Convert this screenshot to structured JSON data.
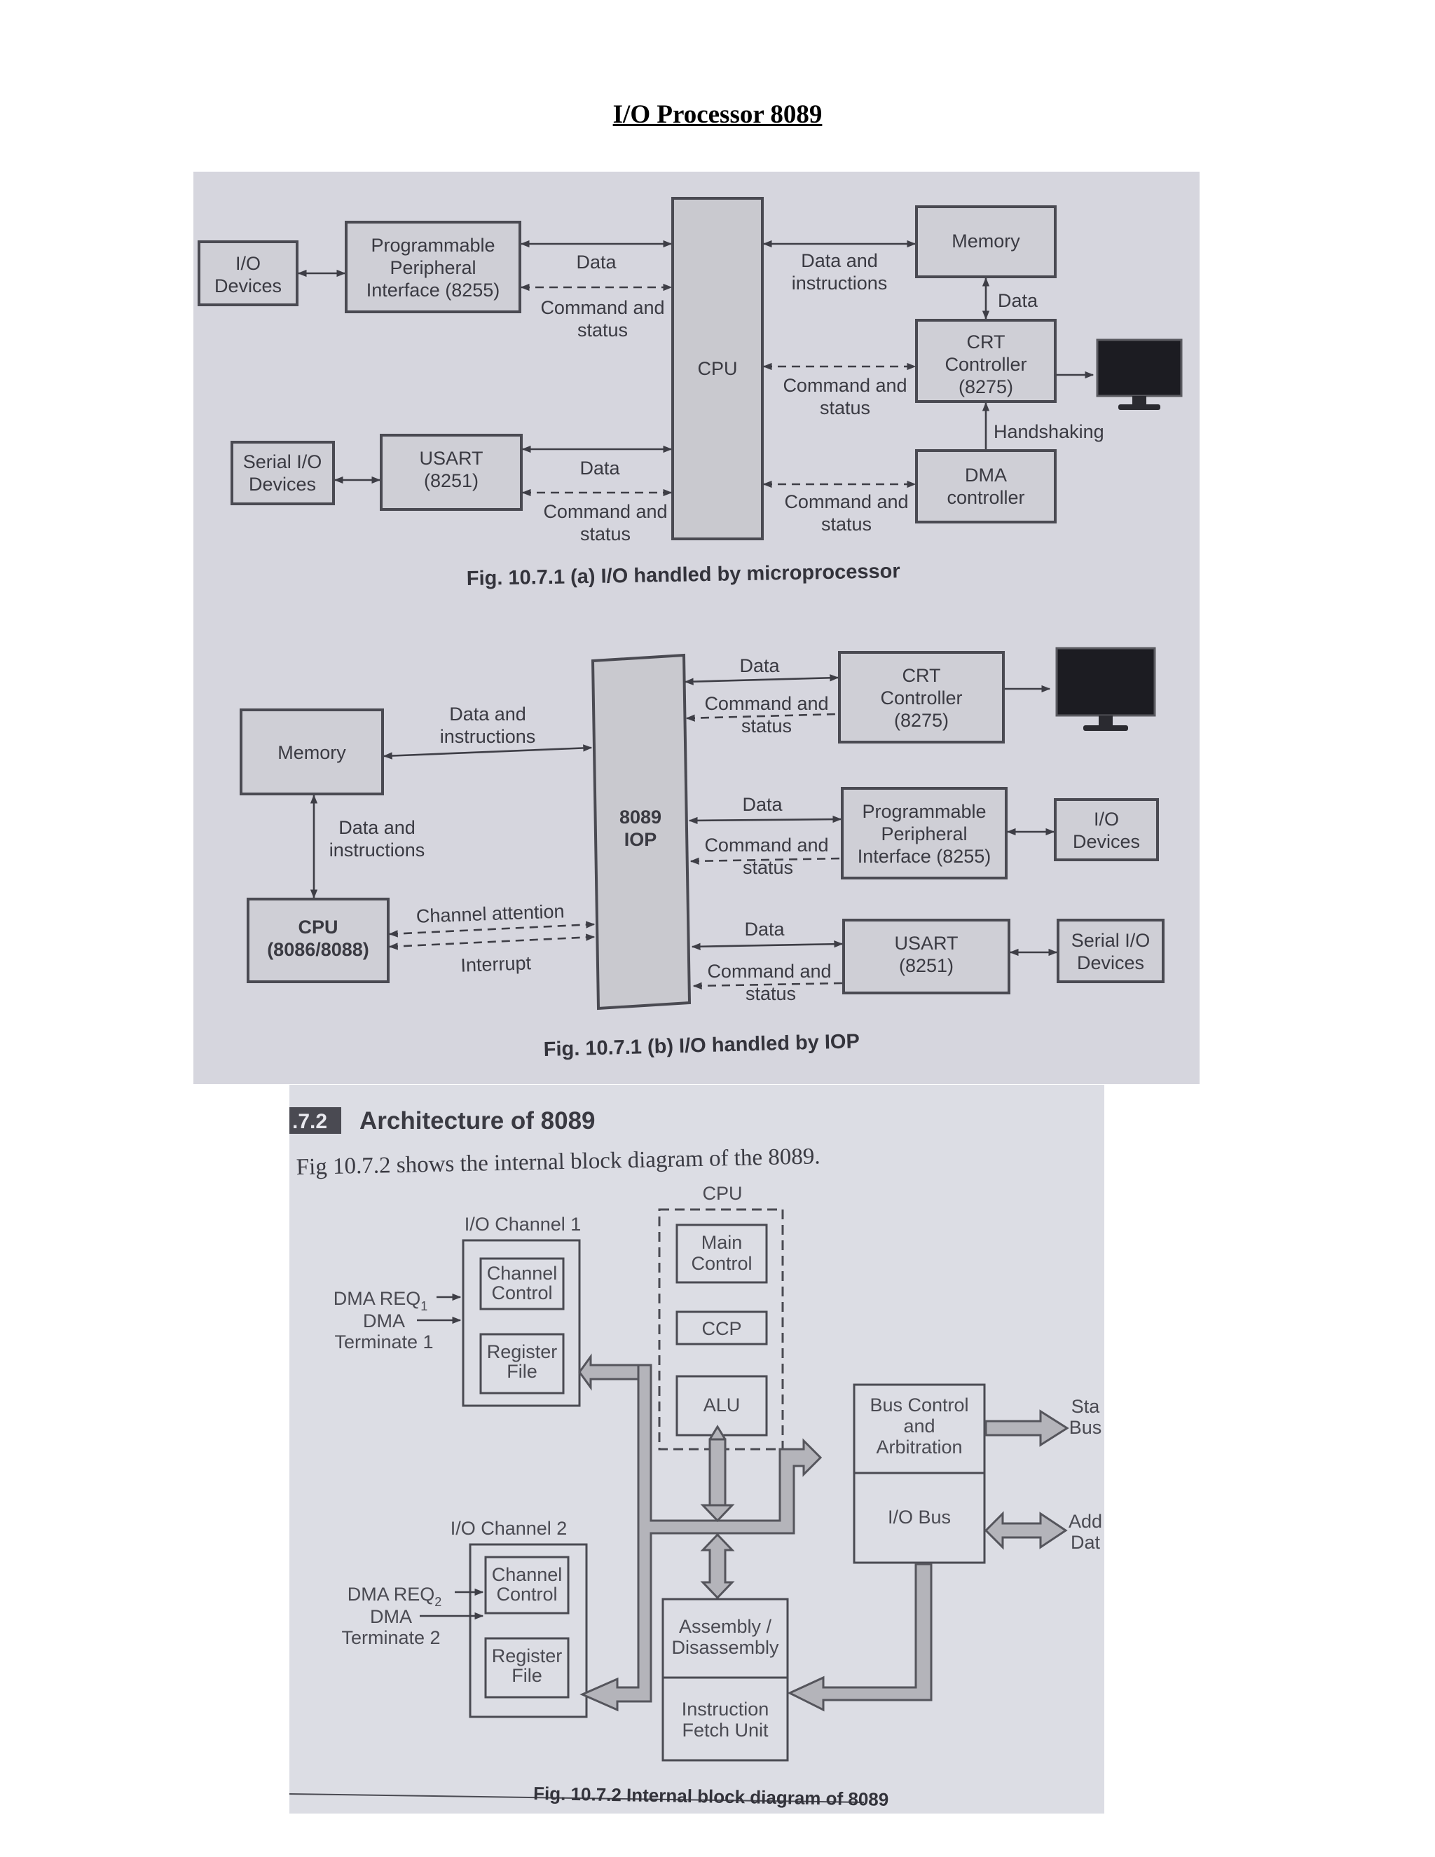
{
  "title": "I/O Processor 8089",
  "fig_a": {
    "io_devices": [
      "I/O",
      "Devices"
    ],
    "ppi": [
      "Programmable",
      "Peripheral",
      "Interface (8255)"
    ],
    "data_1": "Data",
    "cmd_1": [
      "Command and",
      "status"
    ],
    "serial_io": [
      "Serial I/O",
      "Devices"
    ],
    "usart": [
      "USART",
      "(8251)"
    ],
    "data_2": "Data",
    "cmd_2": [
      "Command and",
      "status"
    ],
    "cpu": "CPU",
    "data_instr": [
      "Data and",
      "instructions"
    ],
    "memory": "Memory",
    "data_3": "Data",
    "crt": [
      "CRT",
      "Controller",
      "(8275)"
    ],
    "cmd_3": [
      "Command and",
      "status"
    ],
    "handshaking": "Handshaking",
    "dma": [
      "DMA",
      "controller"
    ],
    "cmd_4": [
      "Command and",
      "status"
    ],
    "caption": "Fig. 10.7.1  (a) I/O handled by microprocessor"
  },
  "fig_b": {
    "memory": "Memory",
    "data_instr_1": [
      "Data and",
      "instructions"
    ],
    "data_instr_2": [
      "Data and",
      "instructions"
    ],
    "cpu": [
      "CPU",
      "(8086/8088)"
    ],
    "channel_attention": "Channel attention",
    "interrupt": "Interrupt",
    "iop": [
      "8089",
      "IOP"
    ],
    "data_1": "Data",
    "cmd_1": [
      "Command and",
      "status"
    ],
    "crt": [
      "CRT",
      "Controller",
      "(8275)"
    ],
    "data_2": "Data",
    "cmd_2": [
      "Command and",
      "status"
    ],
    "ppi": [
      "Programmable",
      "Peripheral",
      "Interface (8255)"
    ],
    "io_devices": [
      "I/O",
      "Devices"
    ],
    "data_3": "Data",
    "cmd_3": [
      "Command and",
      "status"
    ],
    "usart": [
      "USART",
      "(8251)"
    ],
    "serial_io": [
      "Serial I/O",
      "Devices"
    ],
    "caption": "Fig. 10.7.1 (b) I/O handled by IOP"
  },
  "fig_c": {
    "section_num": ".7.2",
    "section_title": "Architecture of 8089",
    "intro": "Fig 10.7.2 shows the internal block diagram of the 8089.",
    "cpu": "CPU",
    "ch1_title": "I/O Channel 1",
    "ch1_control": [
      "Channel",
      "Control"
    ],
    "ch1_regfile": [
      "Register",
      "File"
    ],
    "dma_req1": "DMA REQ",
    "dma_req1_sub": "1",
    "dma_term1": [
      "DMA",
      "Terminate 1"
    ],
    "main_control": [
      "Main",
      "Control"
    ],
    "ccp": "CCP",
    "alu": "ALU",
    "bus_control": [
      "Bus Control",
      "and",
      "Arbitration"
    ],
    "io_bus": "I/O Bus",
    "status_bus": [
      "Sta",
      "Bus"
    ],
    "addr_data": [
      "Add",
      "Dat"
    ],
    "ch2_title": "I/O Channel 2",
    "ch2_control": [
      "Channel",
      "Control"
    ],
    "ch2_regfile": [
      "Register",
      "File"
    ],
    "dma_req2": "DMA REQ",
    "dma_req2_sub": "2",
    "dma_term2": [
      "DMA",
      "Terminate 2"
    ],
    "assembly": [
      "Assembly /",
      "Disassembly"
    ],
    "fetch": [
      "Instruction",
      "Fetch Unit"
    ],
    "caption": "Fig. 10.7.2 Internal block diagram of 8089"
  }
}
